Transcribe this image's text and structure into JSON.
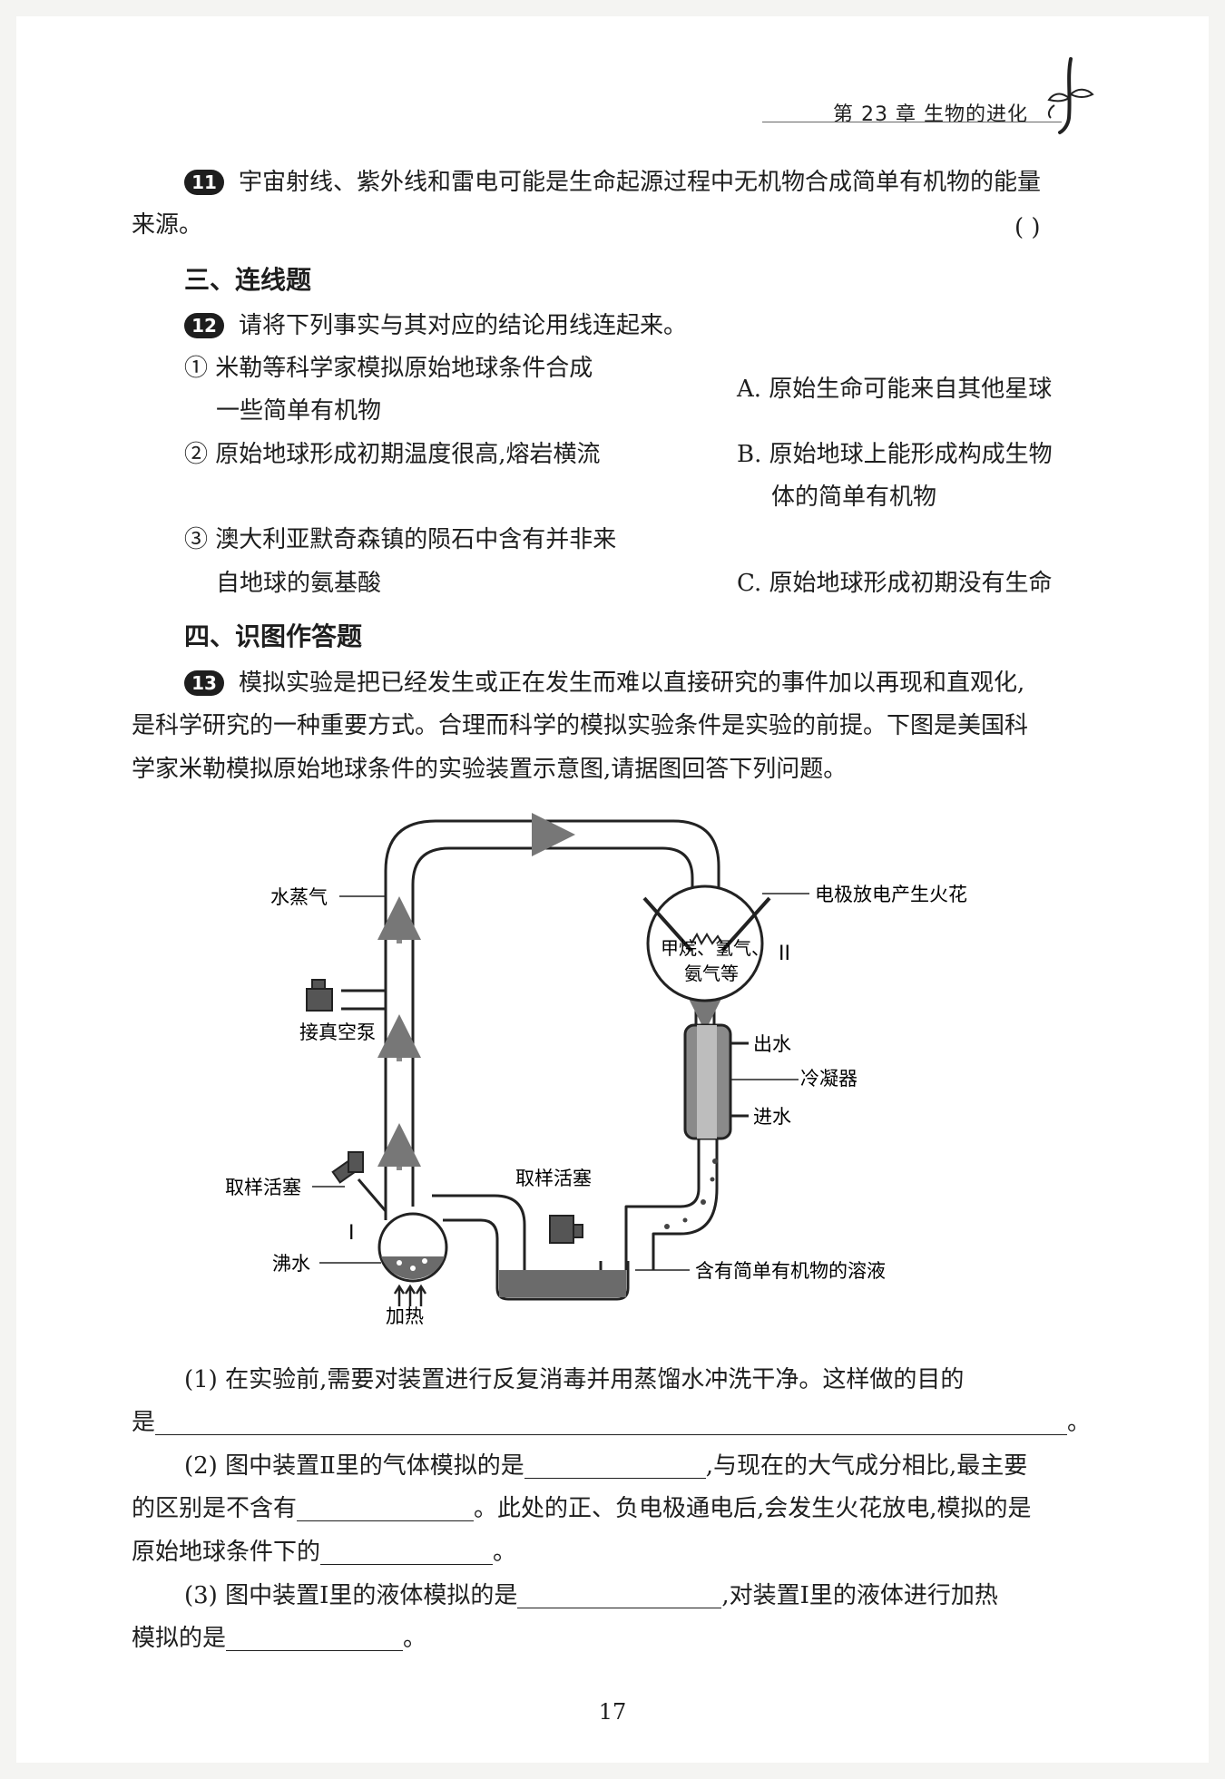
{
  "header": {
    "chapter": "第 23 章   生物的进化"
  },
  "q11": {
    "num": "11",
    "line1": "宇宙射线、紫外线和雷电可能是生命起源过程中无机物合成简单有机物的能量",
    "line2": "来源。",
    "paren": "(      )"
  },
  "section3": {
    "title": "三、连线题"
  },
  "q12": {
    "num": "12",
    "stem": "请将下列事实与其对应的结论用线连起来。",
    "facts": [
      {
        "line1": "① 米勒等科学家模拟原始地球条件合成",
        "line2": "一些简单有机物"
      },
      {
        "line1": "② 原始地球形成初期温度很高,熔岩横流",
        "line2": ""
      },
      {
        "line1": "③ 澳大利亚默奇森镇的陨石中含有并非来",
        "line2": "自地球的氨基酸"
      }
    ],
    "conclusions": [
      {
        "line1": "A. 原始生命可能来自其他星球",
        "line2": ""
      },
      {
        "line1": "B. 原始地球上能形成构成生物",
        "line2": "体的简单有机物"
      },
      {
        "line1": "C. 原始地球形成初期没有生命",
        "line2": ""
      }
    ]
  },
  "section4": {
    "title": "四、识图作答题"
  },
  "q13": {
    "num": "13",
    "line1": "模拟实验是把已经发生或正在发生而难以直接研究的事件加以再现和直观化,",
    "line2": "是科学研究的一种重要方式。合理而科学的模拟实验条件是实验的前提。下图是美国科",
    "line3": "学家米勒模拟原始地球条件的实验装置示意图,请据图回答下列问题。"
  },
  "figure": {
    "labels": {
      "vapor": "水蒸气",
      "pump": "接真空泵",
      "sampling_left": "取样活塞",
      "sampling_mid": "取样活塞",
      "boiling": "沸水",
      "heating": "加热",
      "flask_one": "I",
      "electrode": "电极放电产生火花",
      "gases_line1": "甲烷、氢气、",
      "gases_line2": "氨气等",
      "flask_two": "II",
      "water_out": "出水",
      "condenser": "冷凝器",
      "water_in": "进水",
      "solution": "含有简单有机物的溶液"
    }
  },
  "sub_questions": {
    "q1_line1": "(1) 在实验前,需要对装置进行反复消毒并用蒸馏水冲洗干净。这样做的目的",
    "q1_line2_start": "是",
    "q1_line2_end": "。",
    "q2_part1": "(2) 图中装置Ⅱ里的气体模拟的是",
    "q2_part2": ",与现在的大气成分相比,最主要",
    "q2_part3": "的区别是不含有",
    "q2_part4": "。此处的正、负电极通电后,会发生火花放电,模拟的是",
    "q2_part5": "原始地球条件下的",
    "q2_part6": "。",
    "q3_part1": "(3) 图中装置Ⅰ里的液体模拟的是",
    "q3_part2": ",对装置Ⅰ里的液体进行加热",
    "q3_part3": "模拟的是",
    "q3_part4": "。"
  },
  "page_number": "17"
}
